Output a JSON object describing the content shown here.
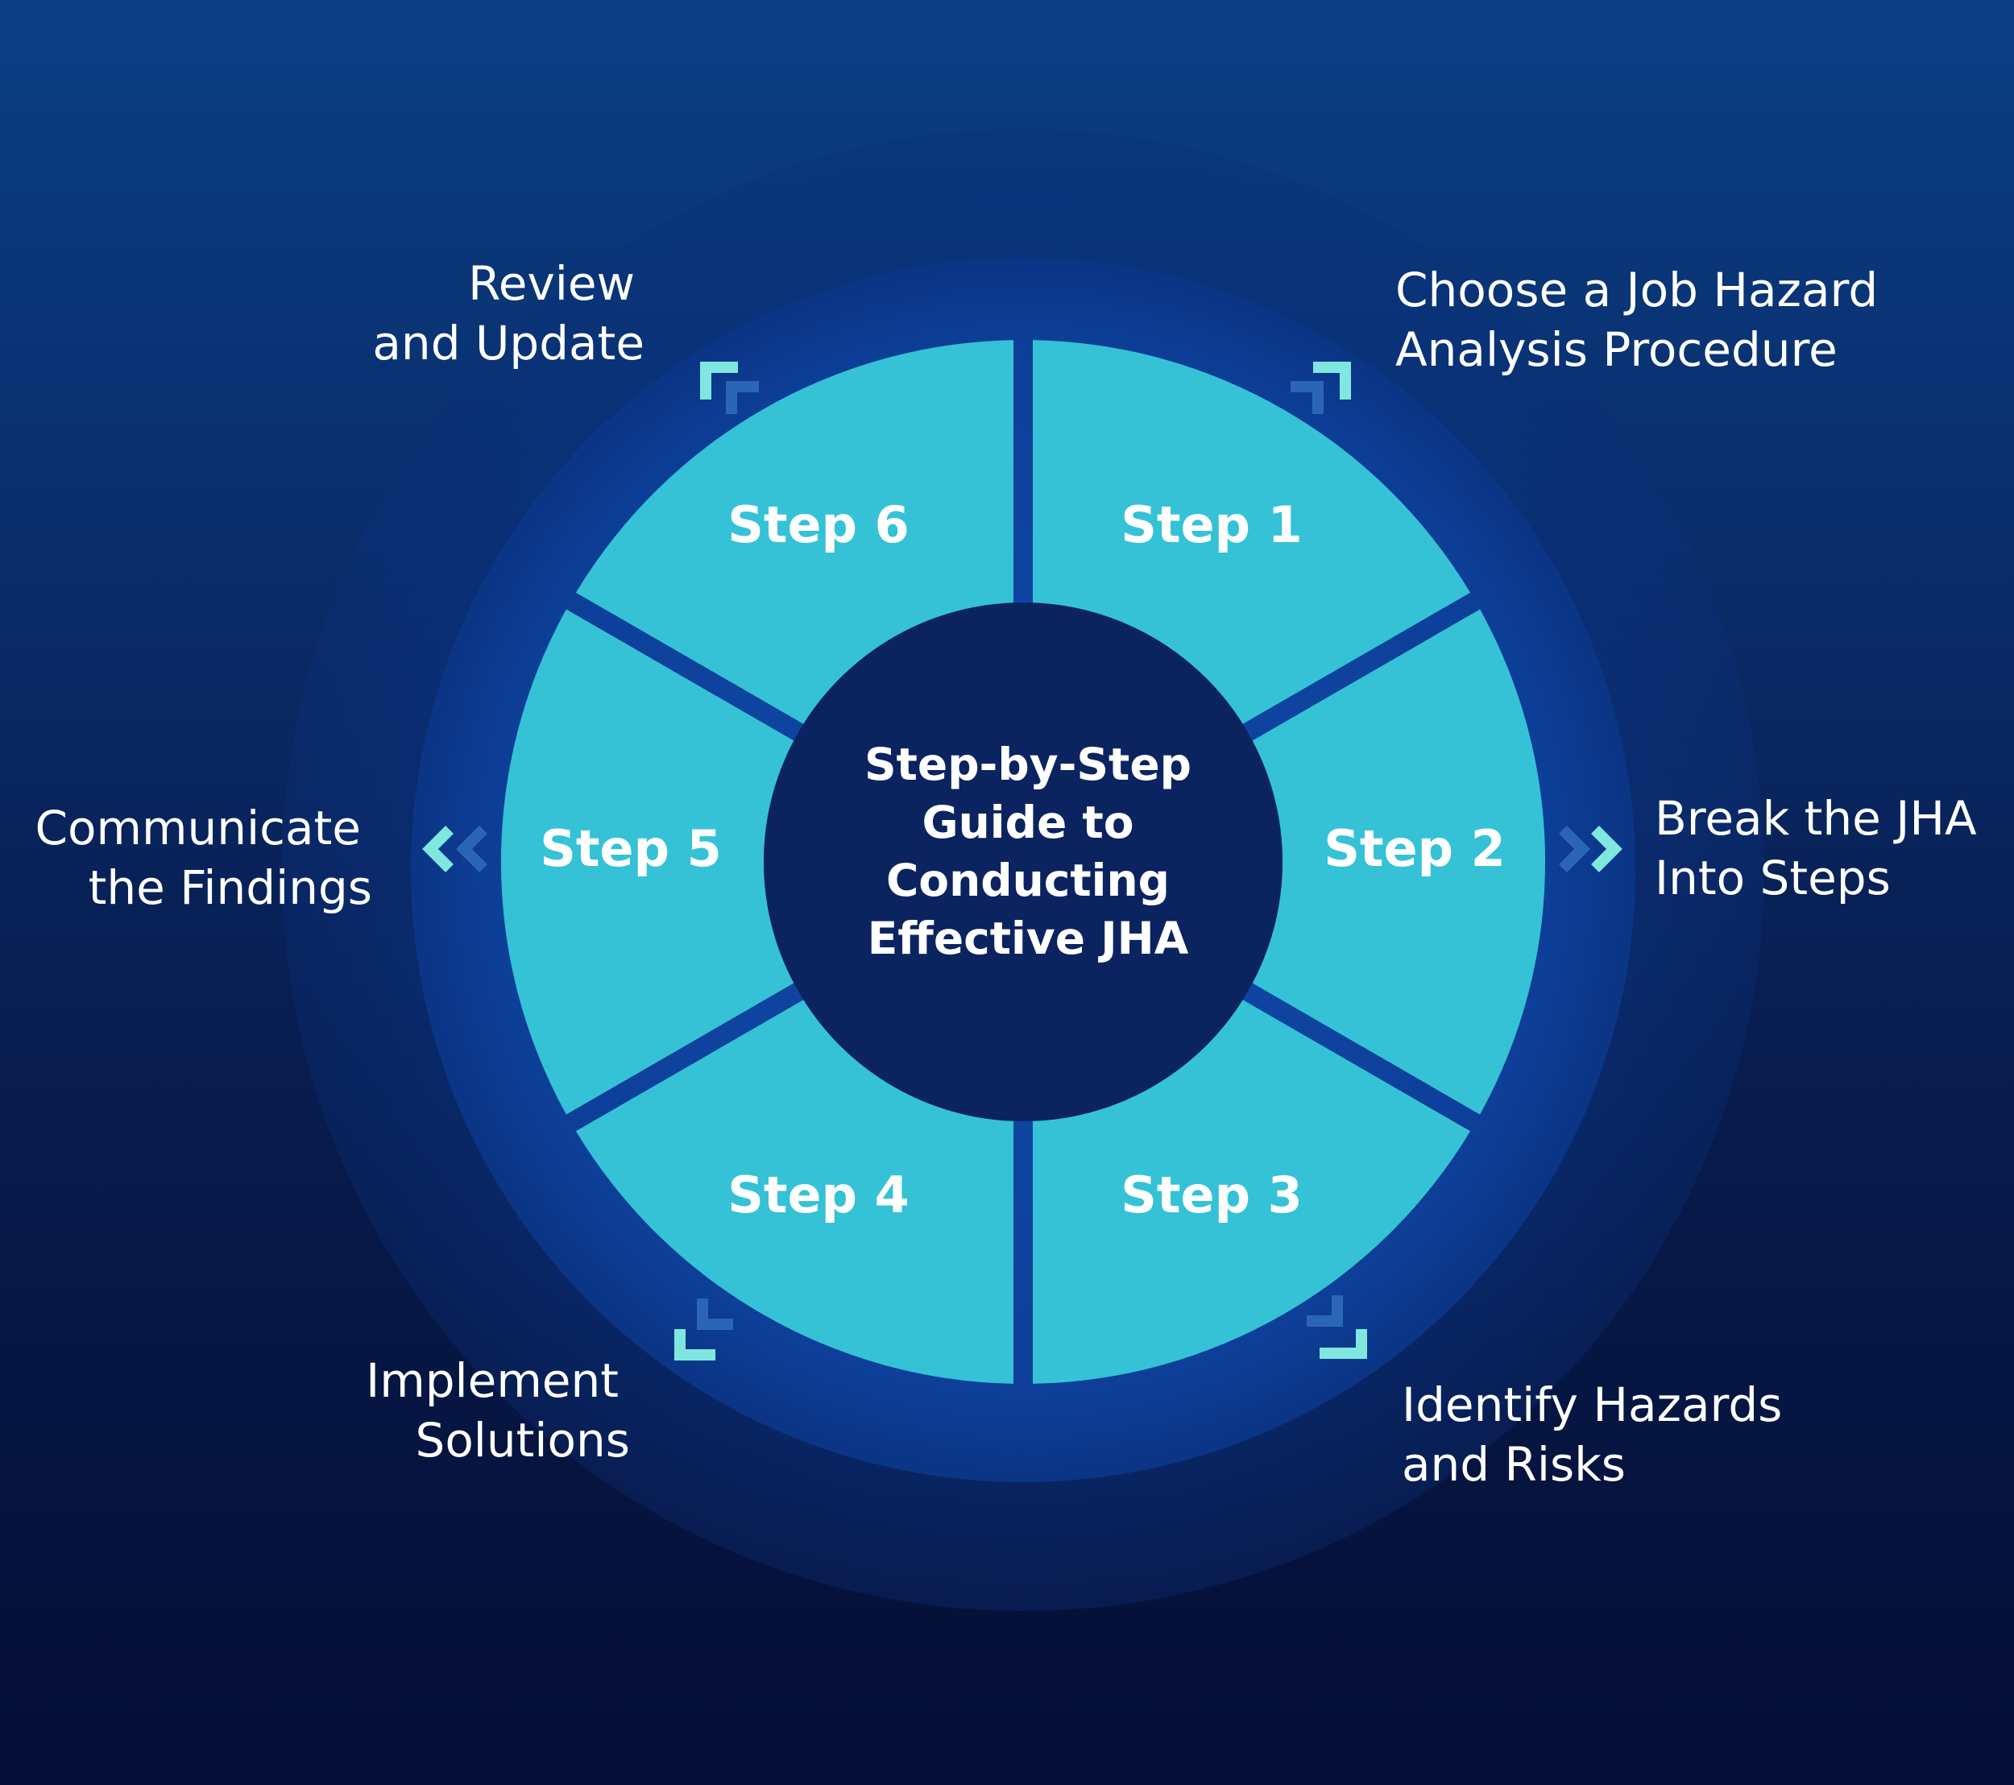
{
  "center": {
    "title_lines": [
      "Step-by-Step",
      "Guide to",
      "Conducting",
      "Effective JHA"
    ]
  },
  "steps": [
    {
      "label": "Step 1",
      "description": [
        "Choose a Job Hazard",
        "Analysis Procedure"
      ]
    },
    {
      "label": "Step 2",
      "description": [
        "Break the JHA",
        "Into Steps"
      ]
    },
    {
      "label": "Step 3",
      "description": [
        "Identify Hazards",
        "and Risks"
      ]
    },
    {
      "label": "Step 4",
      "description": [
        "Implement",
        "Solutions"
      ]
    },
    {
      "label": "Step 5",
      "description": [
        "Communicate",
        "the Findings"
      ]
    },
    {
      "label": "Step 6",
      "description": [
        "Review",
        "and Update"
      ]
    }
  ],
  "colors": {
    "segment": "#35c2d6",
    "chevron_front": "#7fe7e0",
    "chevron_back": "#2b66b6",
    "center_fill": "#0b2460",
    "text": "#ffffff"
  }
}
